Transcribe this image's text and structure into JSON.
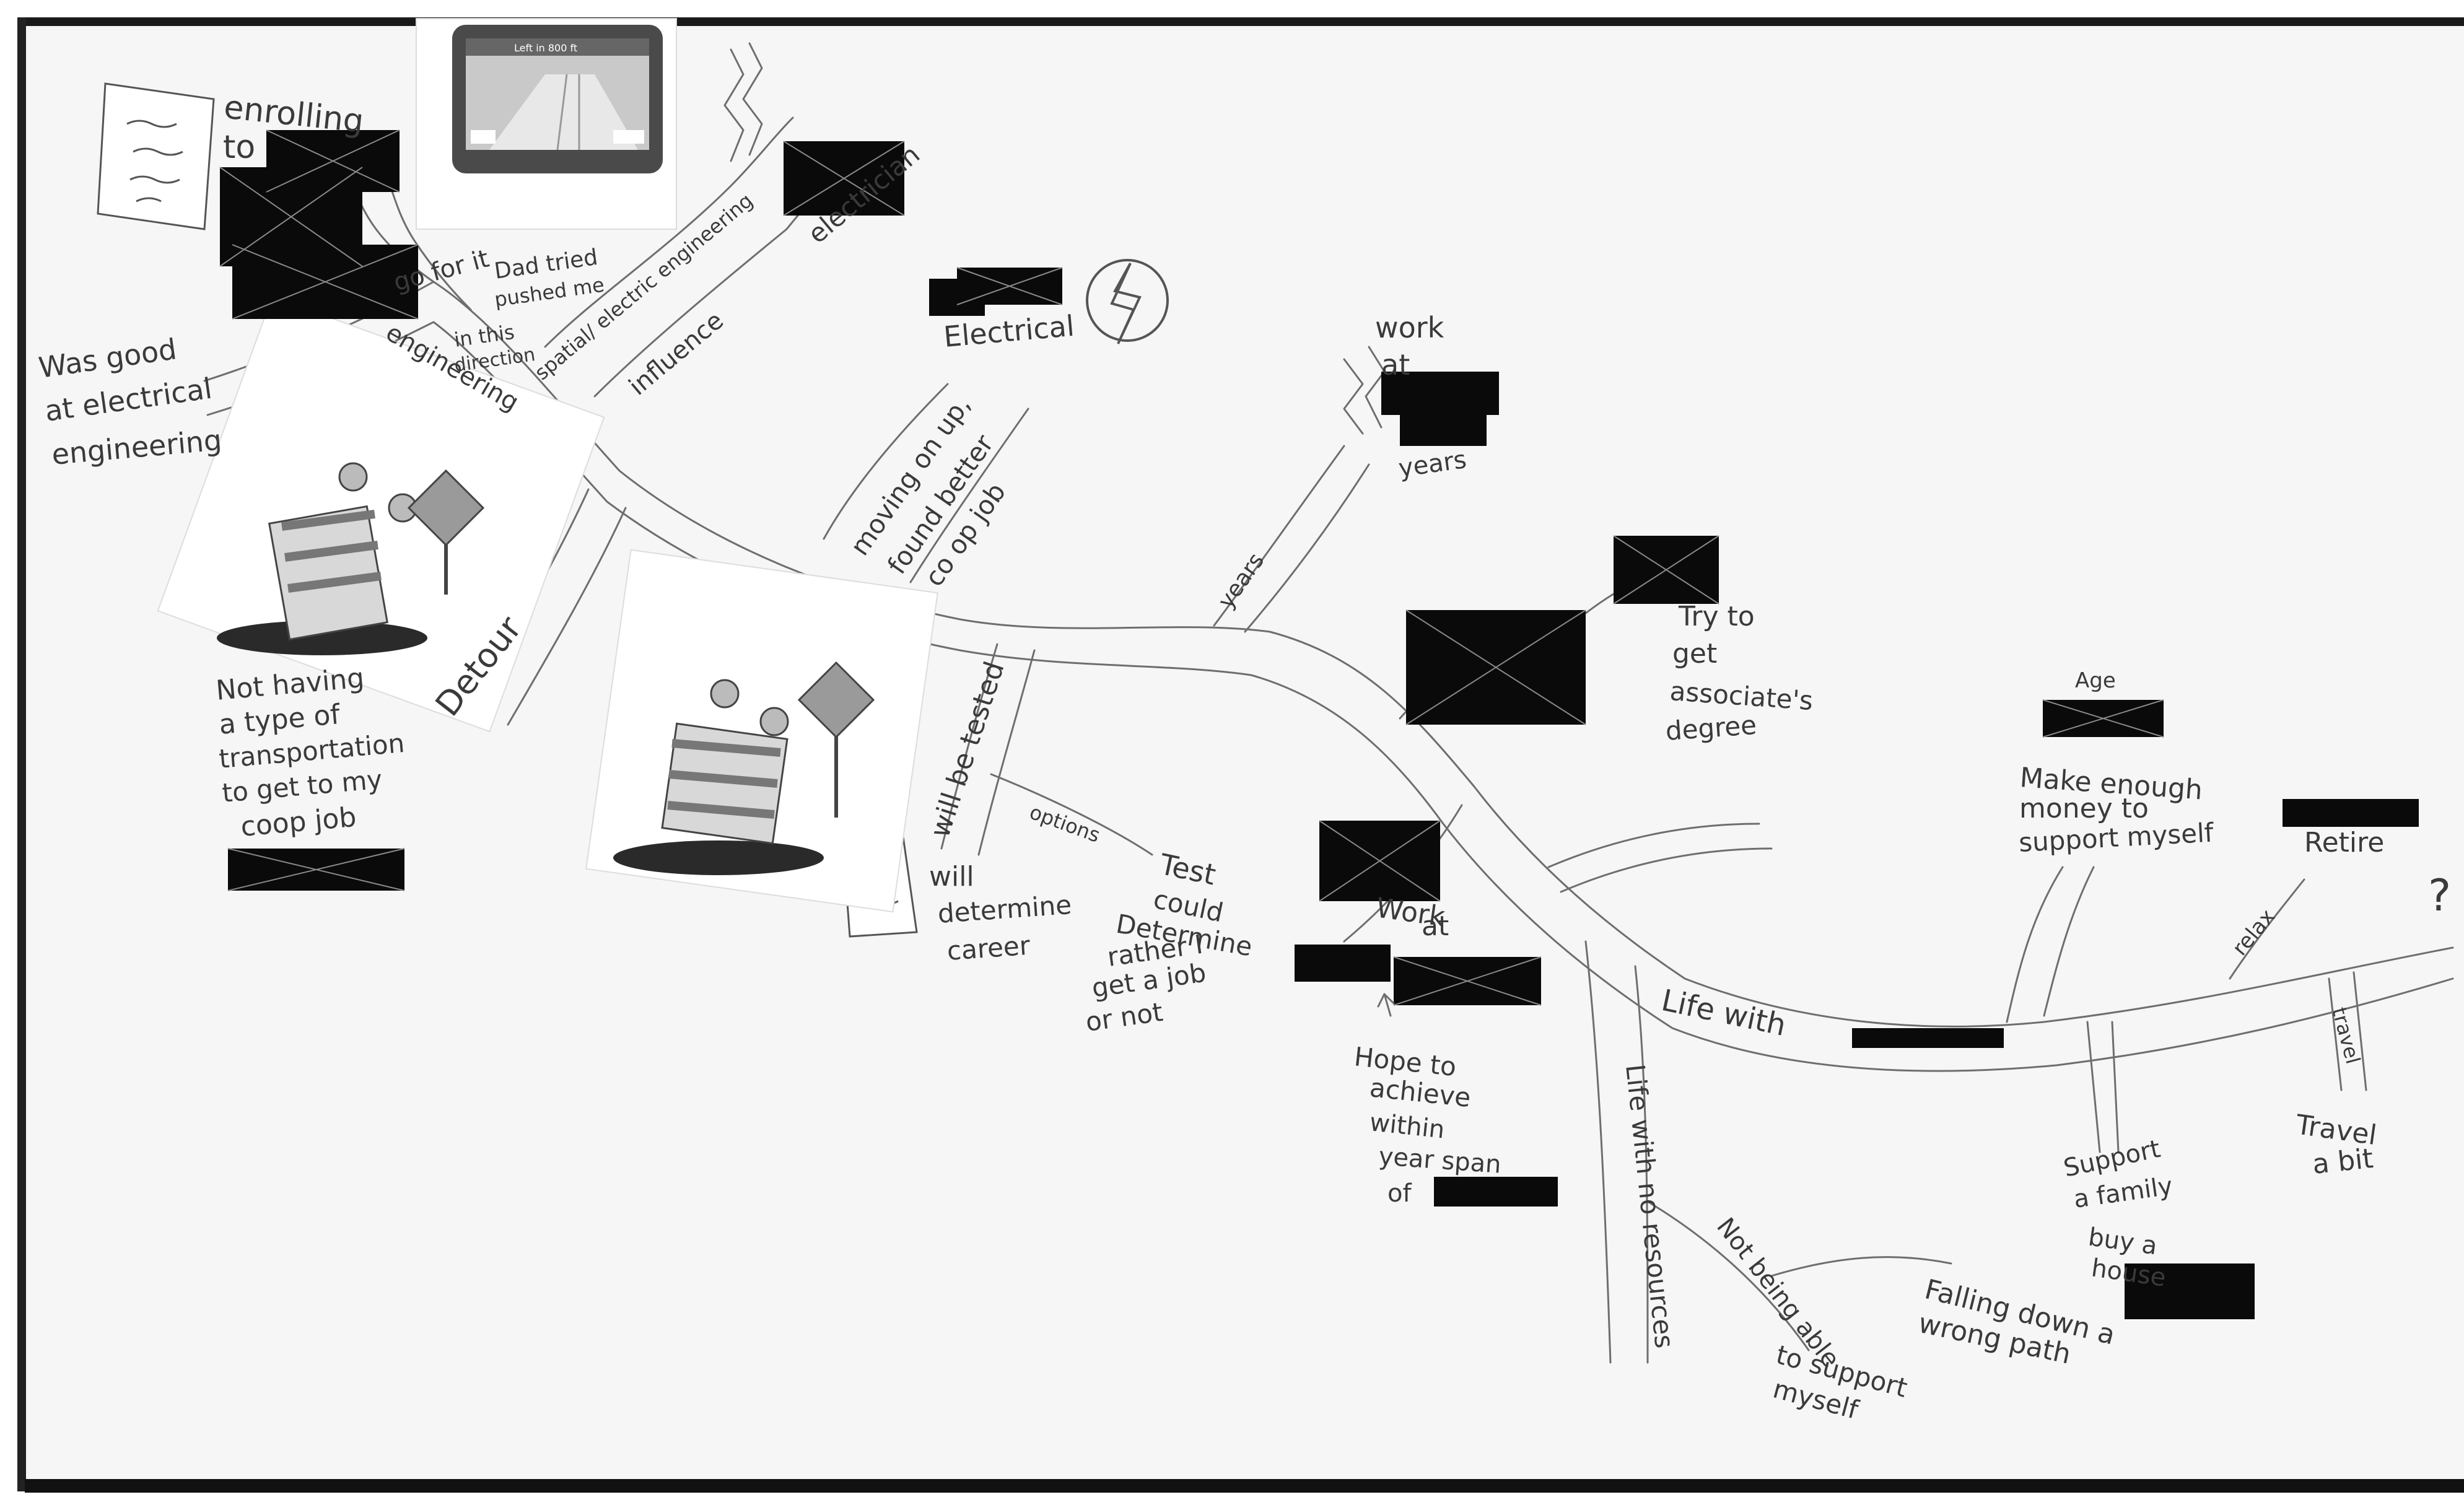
{
  "labels": {
    "enrolling": "enrolling",
    "to": "to",
    "was_good_line1": "Was good",
    "was_good_line2": "at electrical",
    "was_good_line3": "engineering",
    "engineering": "engineering",
    "go_for_it": "go for it",
    "dad_line1": "Dad tried",
    "dad_line2": "pushed me",
    "dad_line3": "in this",
    "dad_line4": "direction",
    "spatial": "spatial/ electric engineering",
    "influence": "influence",
    "electrician": "electrician",
    "electrical": "Electrical",
    "moving_line1": "moving on up,",
    "moving_line2": "found better",
    "moving_line3": "co op job",
    "work_line1": "work",
    "work_line2": "at",
    "work_years": "years",
    "years_branch": "years",
    "detour": "Detour",
    "not_having_line1": "Not having",
    "not_having_line2": "a type of",
    "not_having_line3": "transportation",
    "not_having_line4": "to get to my",
    "not_having_line5": "coop job",
    "will_be_tested": "will be tested",
    "options": "options",
    "will_determine_line1": "will",
    "will_determine_line2": "determine",
    "will_determine_line3": "career",
    "test_line1": "Test",
    "test_line2": "could",
    "test_line3": "Determine",
    "test_line4": "rather I",
    "test_line5": "get a job",
    "test_line6": "or not",
    "try_line1": "Try to",
    "try_line2": "get",
    "try_line3": "associate's",
    "try_line4": "degree",
    "work_at2_line1": "Work",
    "work_at2_line2": "at",
    "hope_line1": "Hope to",
    "hope_line2": "achieve",
    "hope_line3": "within",
    "hope_line4": "year span",
    "hope_line5": "of",
    "life_with_top": "Life with",
    "life_with_down": "Life with no resources",
    "not_being_able": "Not being able",
    "to_support_line1": "to support",
    "to_support_line2": "myself",
    "falling_line1": "Falling down a",
    "falling_line2": "wrong path",
    "age": "Age",
    "make_enough_line1": "Make enough",
    "make_enough_line2": "money to",
    "make_enough_line3": "support myself",
    "retire": "Retire",
    "relax": "relax",
    "travel_branch": "travel",
    "travel_line1": "Travel",
    "travel_line2": "a bit",
    "support_line1": "Support",
    "support_line2": "a family",
    "support_line3": "buy a",
    "support_line4": "house",
    "question_mark": "?",
    "gps_screen_text": "Left in 800 ft"
  },
  "icons": {
    "gps": "gps-device-icon",
    "lightning": "lightning-bolt-icon",
    "roadblock": "road-closed-barrier-icon",
    "document": "paper-document-icon"
  },
  "colors": {
    "paper": "#f6f6f6",
    "pencil": "#3a3a3a",
    "redaction": "#0a0a0a"
  }
}
